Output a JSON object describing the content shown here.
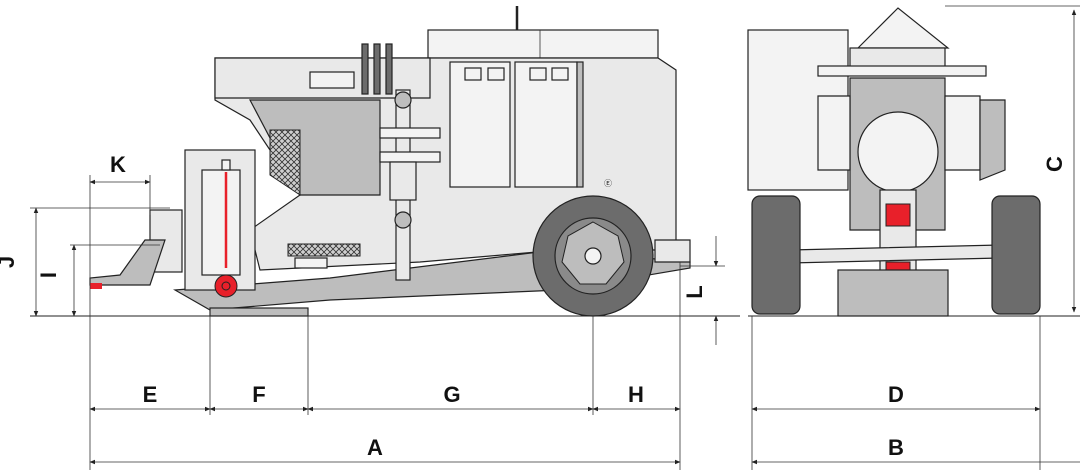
{
  "dimensions": {
    "A": "A",
    "B": "B",
    "C": "C",
    "D": "D",
    "E": "E",
    "F": "F",
    "G": "G",
    "H": "H",
    "I": "I",
    "J": "J",
    "K": "K",
    "L": "L"
  },
  "colors": {
    "body": "#e9e9e9",
    "shade": "#bdbdbd",
    "tire": "#6c6c6c",
    "accent": "#e8202a",
    "line": "#222222"
  }
}
